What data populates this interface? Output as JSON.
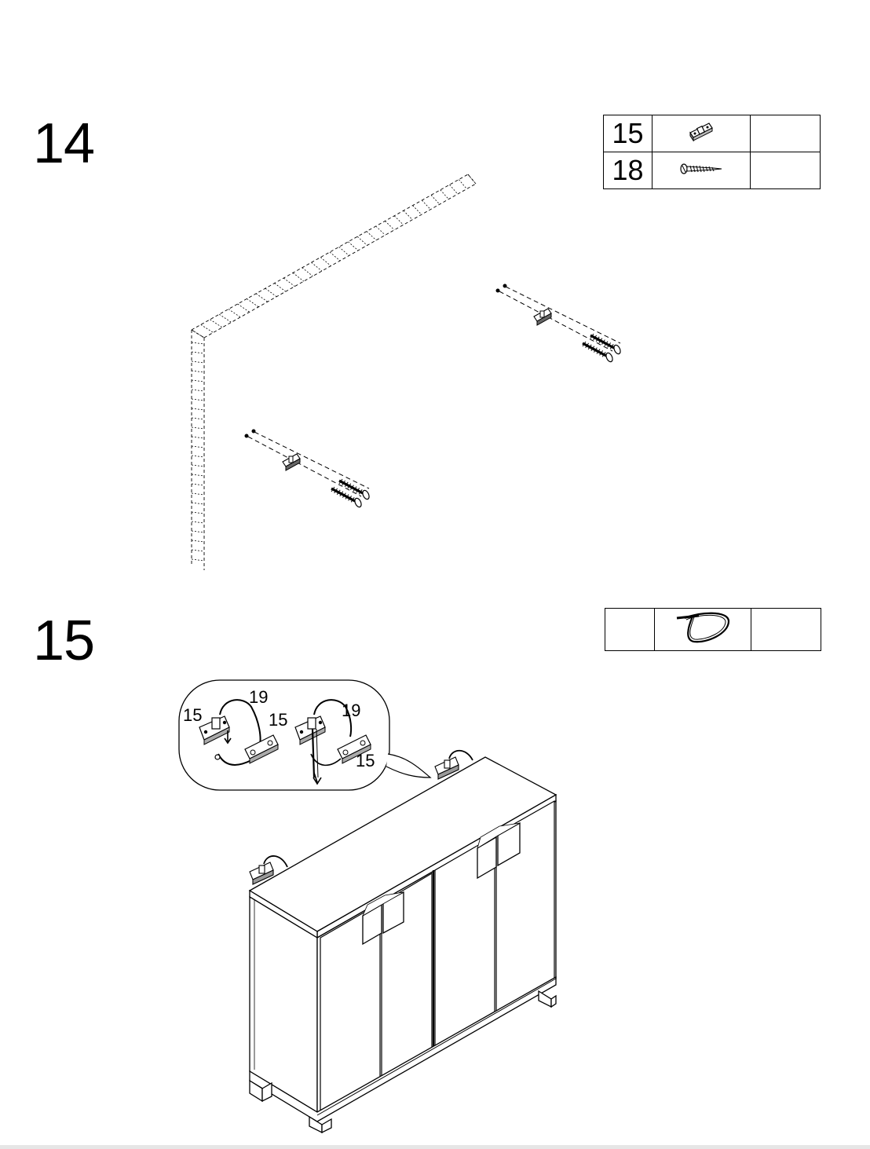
{
  "steps": [
    {
      "number": "14",
      "parts": [
        {
          "part": "15",
          "icon": "wall-bracket-icon",
          "qty": ""
        },
        {
          "part": "18",
          "icon": "wood-screw-icon",
          "qty": ""
        }
      ]
    },
    {
      "number": "15",
      "parts": [
        {
          "part": "",
          "icon": "cable-tie-icon",
          "qty": ""
        }
      ],
      "callout_labels": {
        "left_bracket": "15",
        "left_tie": "19",
        "left_wall_bracket": "15",
        "right_tie": "19",
        "right_wall_bracket": "15"
      }
    }
  ]
}
